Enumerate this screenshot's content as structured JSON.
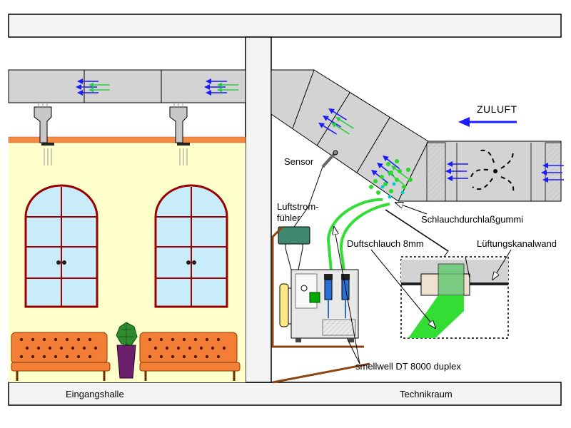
{
  "labels": {
    "zuluft": "ZULUFT",
    "sensor": "Sensor",
    "luftstrom_line1": "Luftstrom-",
    "luftstrom_line2": "fühler",
    "schlauchdurchlass": "Schlauchdurchlaßgummi",
    "duftschlauch": "Duftschlauch 8mm",
    "lueftungskanalwand": "Lüftungskanalwand",
    "device": "smellwell DT 8000 duplex",
    "eingangshalle": "Eingangshalle",
    "technikraum": "Technikraum"
  },
  "icons": {
    "air_arrow": "air-flow-arrow-icon",
    "fan": "fan-icon",
    "plant": "potted-plant-icon",
    "window": "arched-window-icon",
    "bench": "bench-icon"
  },
  "colors": {
    "duct_fill": "#d3d3d3",
    "wall_fill": "#f4f4f4",
    "hall_wall": "#ffffcc",
    "ceiling_trim": "#f28b44",
    "window_glass": "#c8ecfa",
    "bench": "#f27f35",
    "pot": "#6b1f6b",
    "plant": "#2e8b2e",
    "hose": "#33dd33",
    "air_arrow_blue": "#1b1bff",
    "sensor_box": "#3f8a6f",
    "floor_pipe": "#8b4513"
  }
}
